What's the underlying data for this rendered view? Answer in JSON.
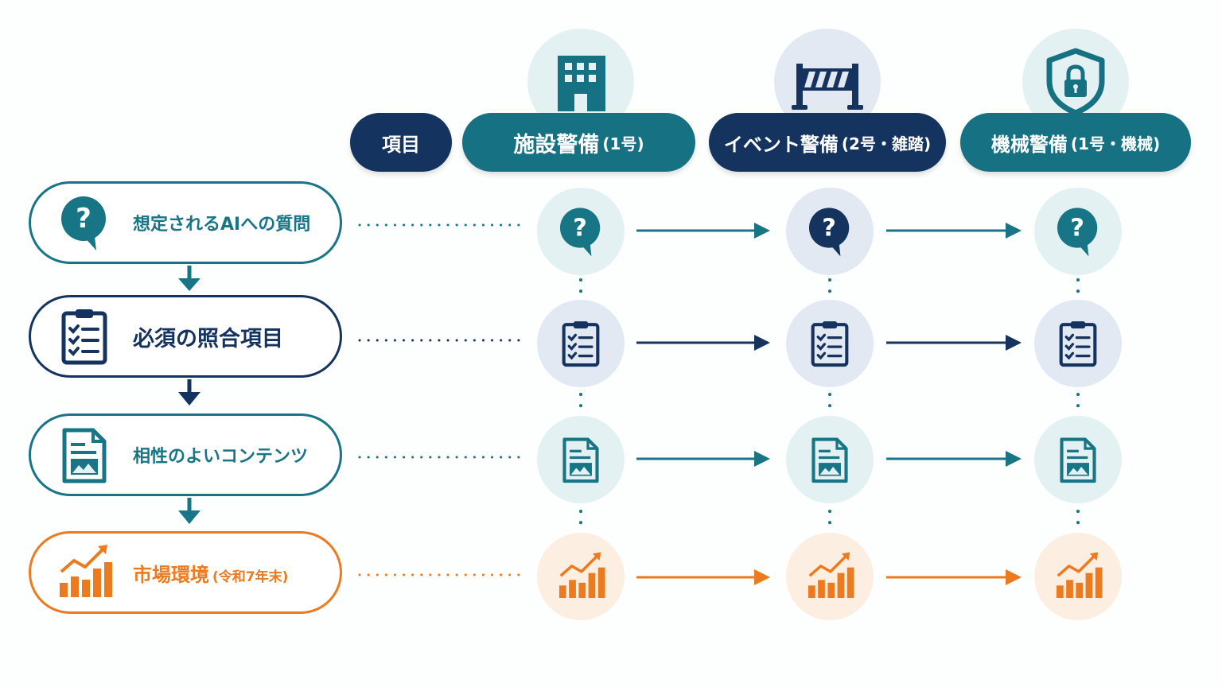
{
  "header": {
    "item_label": "項目",
    "columns": [
      {
        "title": "施設警備",
        "paren": "(1号)",
        "icon": "building-icon"
      },
      {
        "title": "イベント警備",
        "paren": "(2号・雑踏)",
        "icon": "barrier-icon"
      },
      {
        "title": "機械警備",
        "paren": "(1号・機械)",
        "icon": "shield-lock-icon"
      }
    ]
  },
  "rows": [
    {
      "label": "想定されるAIへの質問",
      "suffix": "",
      "icon": "question-bubble-icon",
      "color": "#187585"
    },
    {
      "label": "必須の照合項目",
      "suffix": "",
      "icon": "clipboard-checklist-icon",
      "color": "#14345f"
    },
    {
      "label": "相性のよいコンテンツ",
      "suffix": "",
      "icon": "document-image-icon",
      "color": "#187585"
    },
    {
      "label": "市場環境",
      "suffix": "(令和7年末)",
      "icon": "growth-chart-icon",
      "color": "#ec7a1f"
    }
  ],
  "colors": {
    "teal": "#187585",
    "navy": "#14345f",
    "orange": "#ec7a1f",
    "teal_light": "#e4f1f2",
    "navy_light": "#e3e9f2",
    "orange_light": "#fdeee2"
  }
}
